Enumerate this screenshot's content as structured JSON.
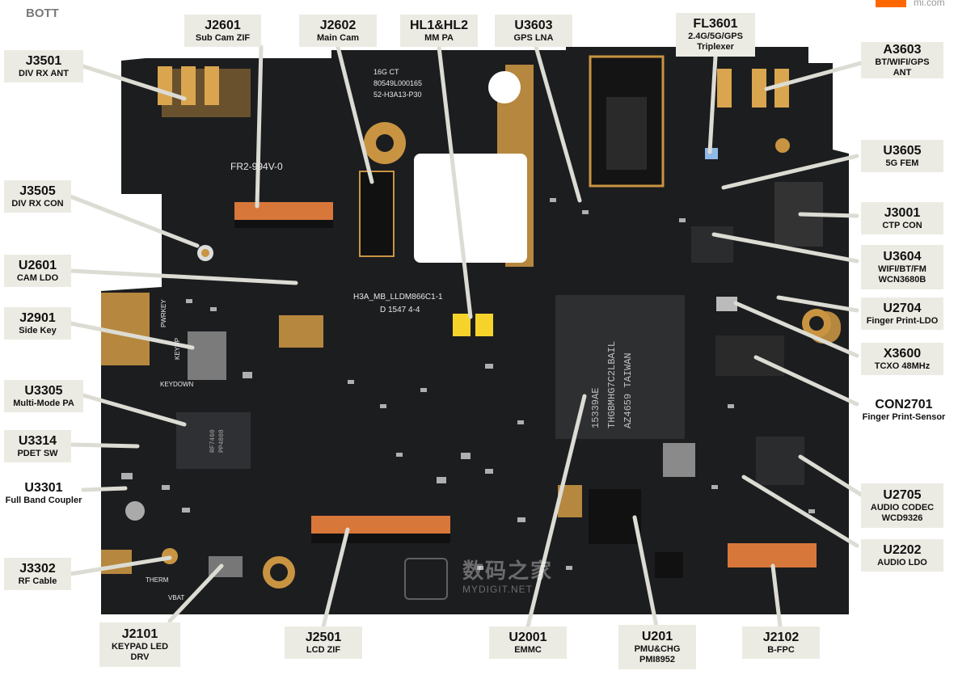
{
  "header": {
    "brand": "BOTT",
    "site": "mi.com"
  },
  "watermark": {
    "text": "数码之家",
    "sub": "MYDIGIT.NET"
  },
  "board": {
    "silkscreen": [
      "H3A_MB_LLDM866C1-1",
      "D 1547 4-4",
      "16G CT",
      "80549L000165",
      "52-H3A13-P30",
      "FR2-994V-0",
      "PWRKEY",
      "KEYUP",
      "KEYDOWN",
      "THERM",
      "VBAT"
    ],
    "chip_marks": [
      "15339AE",
      "THGBMHG7C2LBAIL",
      "AZ4659 TAIWAN"
    ],
    "pa_mark": [
      "RF7460",
      "PP4808"
    ]
  },
  "callouts": {
    "j3501": {
      "code": "J3501",
      "desc": "DIV RX ANT"
    },
    "j2601": {
      "code": "J2601",
      "desc": "Sub Cam ZIF"
    },
    "j2602": {
      "code": "J2602",
      "desc": "Main Cam"
    },
    "hl": {
      "code": "HL1&HL2",
      "desc": "MM PA"
    },
    "u3603": {
      "code": "U3603",
      "desc": "GPS LNA"
    },
    "fl3601": {
      "code": "FL3601",
      "desc": "2.4G/5G/GPS",
      "desc2": "Triplexer"
    },
    "a3603": {
      "code": "A3603",
      "desc": "BT/WIFI/GPS",
      "desc2": "ANT"
    },
    "j3505": {
      "code": "J3505",
      "desc": "DIV RX CON"
    },
    "u3605": {
      "code": "U3605",
      "desc": "5G FEM"
    },
    "j3001": {
      "code": "J3001",
      "desc": "CTP CON"
    },
    "u2601": {
      "code": "U2601",
      "desc": "CAM LDO"
    },
    "u3604": {
      "code": "U3604",
      "desc": "WIFI/BT/FM",
      "desc2": "WCN3680B"
    },
    "j2901": {
      "code": "J2901",
      "desc": "Side Key"
    },
    "u2704": {
      "code": "U2704",
      "desc": "Finger Print-LDO"
    },
    "x3600": {
      "code": "X3600",
      "desc": "TCXO 48MHz"
    },
    "u3305": {
      "code": "U3305",
      "desc": "Multi-Mode PA"
    },
    "con2701": {
      "code": "CON2701",
      "desc": "Finger Print-Sensor"
    },
    "u3314": {
      "code": "U3314",
      "desc": "PDET SW"
    },
    "u3301": {
      "code": "U3301",
      "desc": "Full Band Coupler"
    },
    "u2705": {
      "code": "U2705",
      "desc": "AUDIO CODEC",
      "desc2": "WCD9326"
    },
    "u2202": {
      "code": "U2202",
      "desc": "AUDIO LDO"
    },
    "j3302": {
      "code": "J3302",
      "desc": "RF Cable"
    },
    "j2101": {
      "code": "J2101",
      "desc": "KEYPAD LED",
      "desc2": "DRV"
    },
    "j2501": {
      "code": "J2501",
      "desc": "LCD ZIF"
    },
    "u2001": {
      "code": "U2001",
      "desc": "EMMC"
    },
    "u201": {
      "code": "U201",
      "desc": "PMU&CHG",
      "desc2": "PMI8952"
    },
    "j2102": {
      "code": "J2102",
      "desc": "B-FPC"
    }
  },
  "colors": {
    "pcb": "#1c1d1f",
    "gold": "#d8a04a",
    "label_bg": "#ecebe3",
    "leader": "#dcdcd4",
    "accent": "#ff6700"
  }
}
